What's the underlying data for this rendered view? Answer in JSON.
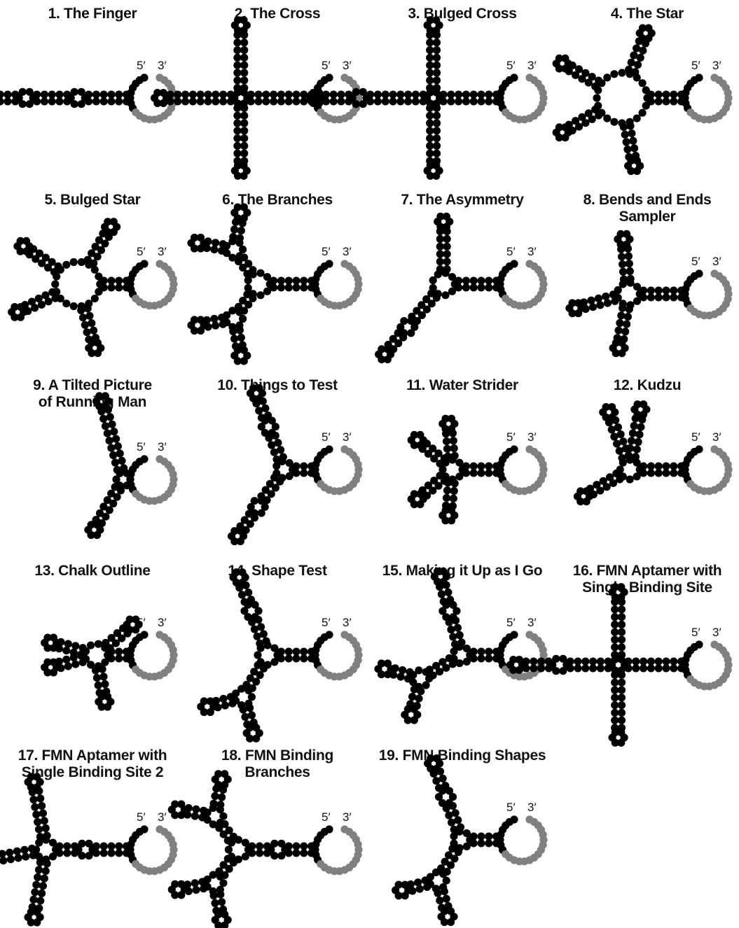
{
  "colors": {
    "nucleotide": "#000000",
    "tail": "#808080"
  },
  "end_labels": {
    "five": "5′",
    "three": "3′"
  },
  "puzzles": [
    {
      "title": [
        "1. The Finger"
      ],
      "layout": {
        "loopOrigin": true,
        "branches": [
          {
            "angle": 180,
            "stem": 4,
            "segments": [
              {
                "type": "loop",
                "r": 10
              },
              {
                "type": "stem",
                "len": 5
              },
              {
                "type": "loop",
                "r": 10
              },
              {
                "type": "stem",
                "len": 6
              },
              {
                "type": "end"
              }
            ]
          }
        ]
      }
    },
    {
      "title": [
        "2. The Cross"
      ],
      "layout": {
        "junction": {
          "r": 9,
          "stem": 9
        },
        "branches": [
          {
            "angle": 180,
            "len": 9
          },
          {
            "angle": -90,
            "len": 8
          },
          {
            "angle": 90,
            "len": 8
          }
        ]
      }
    },
    {
      "title": [
        "3. Bulged Cross"
      ],
      "layout": {
        "junction": {
          "r": 9,
          "stem": 8
        },
        "branches": [
          {
            "angle": 180,
            "len": 8,
            "bulge": 4
          },
          {
            "angle": -90,
            "len": 8
          },
          {
            "angle": 90,
            "len": 8
          }
        ]
      }
    },
    {
      "title": [
        "4. The Star"
      ],
      "layout": {
        "junction": {
          "r": 36,
          "stem": 5
        },
        "branches": [
          {
            "angle": -150,
            "len": 5
          },
          {
            "angle": -70,
            "len": 5
          },
          {
            "angle": 150,
            "len": 5
          },
          {
            "angle": 80,
            "len": 5
          }
        ]
      }
    },
    {
      "title": [
        "5. Bulged Star"
      ],
      "layout": {
        "junction": {
          "r": 32,
          "stem": 4
        },
        "branches": [
          {
            "angle": -145,
            "len": 5
          },
          {
            "angle": -60,
            "len": 5
          },
          {
            "angle": 155,
            "len": 5
          },
          {
            "angle": 75,
            "len": 5
          }
        ]
      }
    },
    {
      "title": [
        "6. The Branches"
      ],
      "layout": {
        "junction": {
          "r": 16,
          "stem": 6
        },
        "branches": [
          {
            "angle": -125,
            "len": 3,
            "fork": true
          },
          {
            "angle": 125,
            "len": 3,
            "fork": true
          }
        ]
      }
    },
    {
      "title": [
        "7. The Asymmetry"
      ],
      "layout": {
        "junction": {
          "r": 16,
          "stem": 6
        },
        "branches": [
          {
            "angle": -90,
            "len": 6
          },
          {
            "angle": 130,
            "len": 5,
            "bulge": 3
          }
        ]
      }
    },
    {
      "title": [
        "8. Bends and Ends",
        "Sampler"
      ],
      "layout": {
        "junction": {
          "r": 16,
          "stem": 6
        },
        "branches": [
          {
            "angle": -95,
            "len": 5
          },
          {
            "angle": 165,
            "len": 5
          },
          {
            "angle": 100,
            "len": 5
          }
        ]
      }
    },
    {
      "title": [
        "9. A Tilted Picture",
        "of Running Man"
      ],
      "layout": {
        "junction": {
          "r": 10,
          "stem": 0
        },
        "branches": [
          {
            "angle": -105,
            "len": 9
          },
          {
            "angle": 120,
            "len": 6
          }
        ]
      }
    },
    {
      "title": [
        "10. Things to Test"
      ],
      "layout": {
        "junction": {
          "r": 12,
          "stem": 3
        },
        "branches": [
          {
            "angle": -110,
            "len": 4,
            "bulge": 3
          },
          {
            "angle": 125,
            "len": 4,
            "bulge": 3
          }
        ]
      }
    },
    {
      "title": [
        "11. Water Strider"
      ],
      "layout": {
        "junction": {
          "r": 14,
          "stem": 5
        },
        "branches": [
          {
            "angle": -140,
            "len": 4
          },
          {
            "angle": -95,
            "len": 4
          },
          {
            "angle": 140,
            "len": 4
          },
          {
            "angle": 95,
            "len": 4
          }
        ]
      }
    },
    {
      "title": [
        "12. Kudzu"
      ],
      "layout": {
        "junction": {
          "r": 14,
          "stem": 6
        },
        "branches": [
          {
            "angle": -110,
            "len": 6
          },
          {
            "angle": -80,
            "len": 6
          },
          {
            "angle": 150,
            "len": 5
          }
        ]
      }
    },
    {
      "title": [
        "13. Chalk Outline"
      ],
      "layout": {
        "junction": {
          "r": 16,
          "stem": 3
        },
        "branches": [
          {
            "angle": -165,
            "len": 4
          },
          {
            "angle": 165,
            "len": 4
          },
          {
            "angle": -40,
            "len": 4
          },
          {
            "angle": 80,
            "len": 4
          }
        ]
      }
    },
    {
      "title": [
        "14. Shape Test"
      ],
      "layout": {
        "junction": {
          "r": 14,
          "stem": 5
        },
        "branches": [
          {
            "angle": -110,
            "len": 4,
            "bulge": 3
          },
          {
            "angle": 120,
            "len": 4,
            "fork": true
          }
        ]
      }
    },
    {
      "title": [
        "15. Making it Up as I Go"
      ],
      "layout": {
        "junction": {
          "r": 12,
          "stem": 4
        },
        "branches": [
          {
            "angle": -105,
            "len": 4,
            "bulge": 3
          },
          {
            "angle": 150,
            "len": 4,
            "fork": true
          }
        ]
      }
    },
    {
      "title": [
        "16. FMN Aptamer with",
        "Single Binding Site"
      ],
      "layout": {
        "junction": {
          "r": 9,
          "stem": 8
        },
        "branches": [
          {
            "angle": 180,
            "len": 6,
            "bulge": 4
          },
          {
            "angle": -90,
            "len": 8
          },
          {
            "angle": 90,
            "len": 8
          }
        ]
      }
    },
    {
      "title": [
        "17. FMN Aptamer with",
        "Single Binding Site 2"
      ],
      "layout": {
        "junction": {
          "r": 14,
          "stem": 5,
          "bulge": 3
        },
        "branches": [
          {
            "angle": -100,
            "len": 7
          },
          {
            "angle": 100,
            "len": 7
          },
          {
            "angle": 170,
            "len": 6
          }
        ]
      }
    },
    {
      "title": [
        "18. FMN Binding",
        "Branches"
      ],
      "layout": {
        "junction": {
          "r": 14,
          "stem": 4,
          "bulge": 3
        },
        "branches": [
          {
            "angle": -125,
            "len": 3,
            "fork": true
          },
          {
            "angle": 125,
            "len": 3,
            "fork": true
          }
        ]
      }
    },
    {
      "title": [
        "19. FMN Binding Shapes"
      ],
      "layout": {
        "junction": {
          "r": 12,
          "stem": 4
        },
        "branches": [
          {
            "angle": -110,
            "len": 4,
            "bulge": 3
          },
          {
            "angle": 120,
            "len": 4,
            "fork": true
          }
        ]
      }
    }
  ]
}
